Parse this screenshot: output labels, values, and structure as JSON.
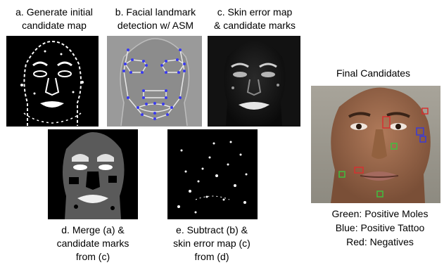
{
  "panels": {
    "a": {
      "caption_line1": "a. Generate initial",
      "caption_line2": "candidate map"
    },
    "b": {
      "caption_line1": "b. Facial landmark",
      "caption_line2": "detection w/ ASM"
    },
    "c": {
      "caption_line1": "c. Skin error map",
      "caption_line2": "& candidate marks"
    },
    "d": {
      "caption_line1": "d. Merge (a) &",
      "caption_line2": "candidate marks",
      "caption_line3": "from (c)"
    },
    "e": {
      "caption_line1": "e. Subtract (b) &",
      "caption_line2": "skin error map (c)",
      "caption_line3": "from (d)"
    }
  },
  "final": {
    "title": "Final Candidates",
    "legend": {
      "green": "Green: Positive Moles",
      "blue": "Blue: Positive Tattoo",
      "red": "Red: Negatives"
    },
    "colors": {
      "green": "#3fbf3f",
      "blue": "#3b3bd6",
      "red": "#d63030"
    }
  }
}
